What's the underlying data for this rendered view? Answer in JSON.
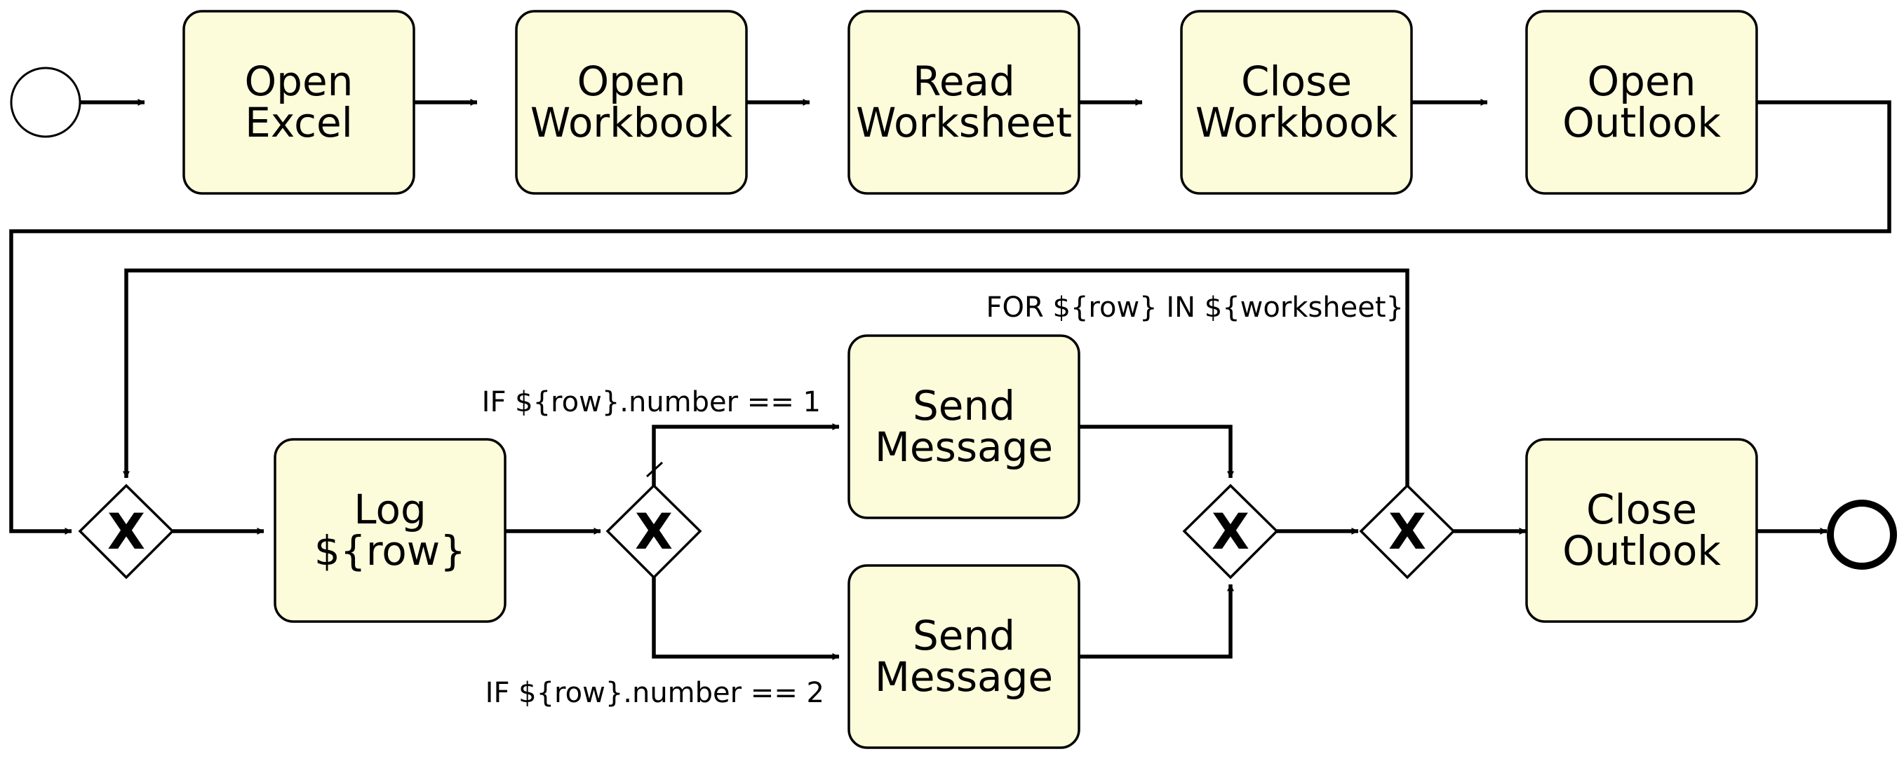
{
  "tasks": {
    "open_excel": [
      "Open",
      "Excel"
    ],
    "open_workbook": [
      "Open",
      "Workbook"
    ],
    "read_worksheet": [
      "Read",
      "Worksheet"
    ],
    "close_workbook": [
      "Close",
      "Workbook"
    ],
    "open_outlook": [
      "Open",
      "Outlook"
    ],
    "log_row": [
      "Log",
      "${row}"
    ],
    "send_message_1": [
      "Send",
      "Message"
    ],
    "send_message_2": [
      "Send",
      "Message"
    ],
    "close_outlook": [
      "Close",
      "Outlook"
    ]
  },
  "gateway_symbol": "X",
  "conditions": {
    "if_number_1": "IF ${row}.number == 1",
    "if_number_2": "IF ${row}.number == 2",
    "for_loop": "FOR ${row} IN ${worksheet}"
  }
}
